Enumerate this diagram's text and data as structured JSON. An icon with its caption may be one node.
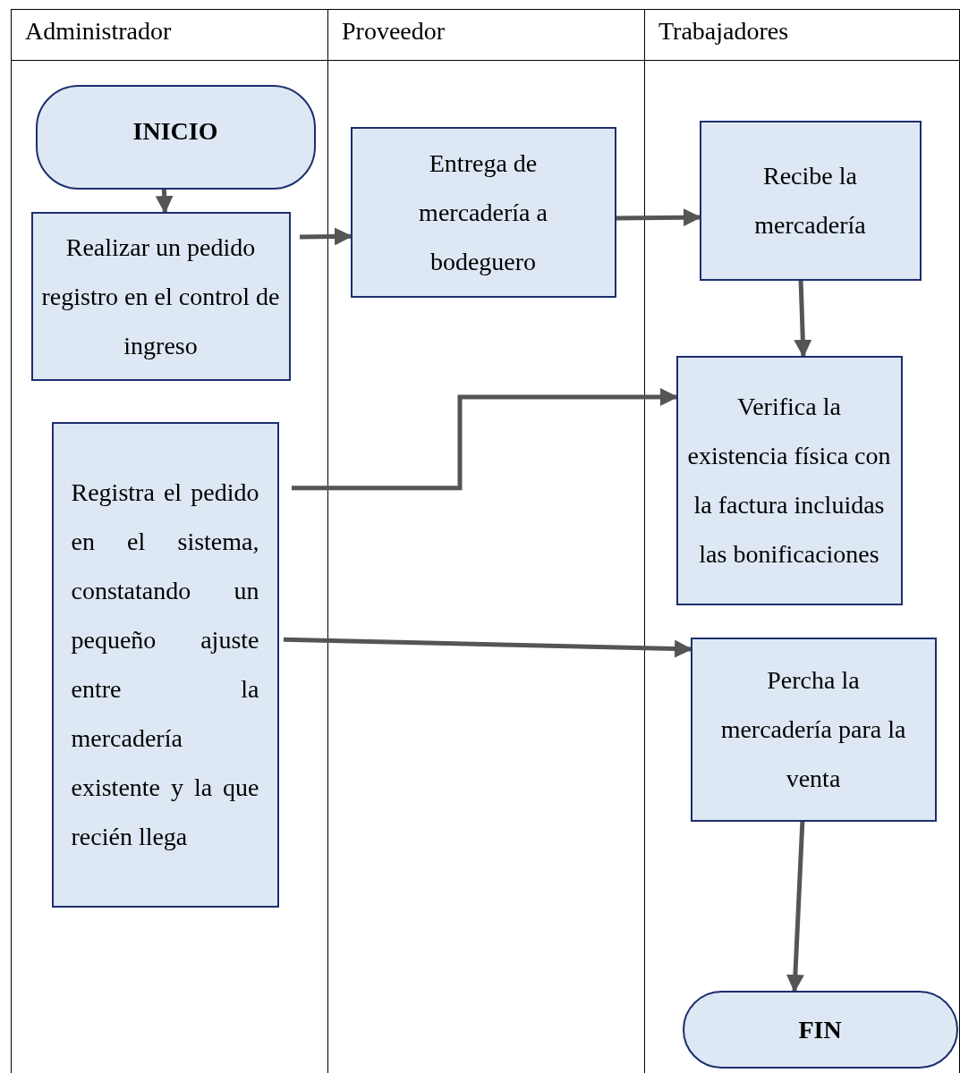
{
  "diagram": {
    "nodes": [
      {
        "text": [
          "Administrador"
        ]
      },
      {
        "text": [
          "Proveedor"
        ]
      },
      {
        "text": [
          "Trabajadores"
        ]
      },
      {
        "text": [
          "INICIO"
        ],
        "in": 0
      },
      {
        "text": [
          "Realizar un pedido registro en el control de ingreso"
        ],
        "in": 0
      },
      {
        "text": [
          "Registra el pedido en el sistema, constatando un pequeño ajuste entre la mercadería existente y la que recién llega"
        ],
        "in": 0
      },
      {
        "text": [
          "Entrega de mercadería a bodeguero"
        ],
        "in": 1
      },
      {
        "text": [
          "Recibe la mercadería"
        ],
        "in": 2
      },
      {
        "text": [
          "Verifica la existencia física con la factura incluidas las bonificaciones"
        ],
        "in": 2
      },
      {
        "text": [
          "Percha la mercadería para la venta"
        ],
        "in": 2
      },
      {
        "text": [
          "FIN"
        ],
        "in": 2
      }
    ],
    "edges": [
      {
        "from": 3,
        "to": 4,
        "arrow": "to"
      },
      {
        "from": 4,
        "to": 6,
        "arrow": "to"
      },
      {
        "from": 6,
        "to": 7,
        "arrow": "to"
      },
      {
        "from": 7,
        "to": 8,
        "arrow": "to"
      },
      {
        "from": 5,
        "to": 8,
        "arrow": "to"
      },
      {
        "from": 5,
        "to": 9,
        "arrow": "to"
      },
      {
        "from": 9,
        "to": 10,
        "arrow": "to"
      }
    ]
  }
}
